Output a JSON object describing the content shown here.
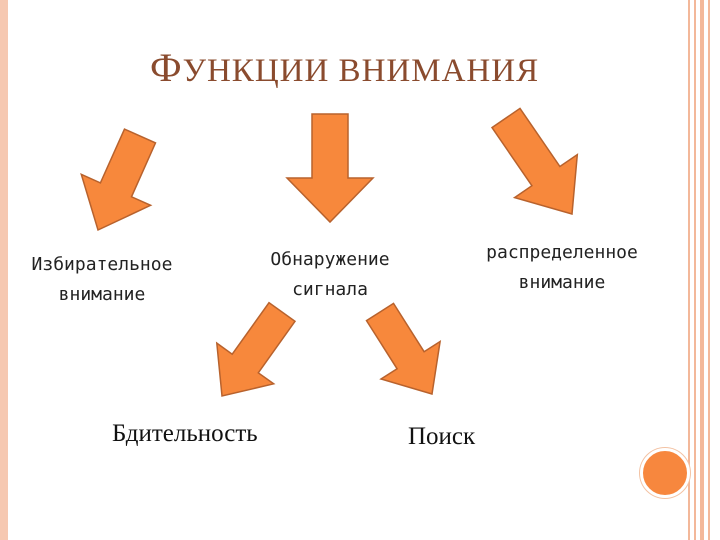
{
  "title": "Функции внимания",
  "nodes": {
    "selective": [
      "Избирательное",
      "внимание"
    ],
    "detection": [
      "Обнаружение",
      "сигнала"
    ],
    "distributed": [
      "распределенное",
      "внимание"
    ],
    "vigilance": "Бдительность",
    "search": "Поиск"
  },
  "colors": {
    "arrow_fill": "#f7883c",
    "arrow_stroke": "#b8622d",
    "frame": "#f3b89a",
    "title": "#8a4b2e"
  }
}
